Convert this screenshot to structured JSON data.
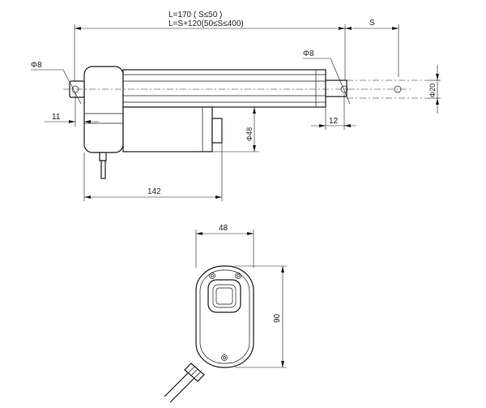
{
  "side_view": {
    "length_formula_1": "L=170 ( S≤50 )",
    "length_formula_2": "L=S+120(50≤S≤400)",
    "stroke_label": "S",
    "rear_hole_label": "Φ8",
    "front_hole_label": "Φ8",
    "rear_offset": "11",
    "front_offset": "12",
    "motor_diameter": "Φ48",
    "rod_diameter": "Φ20",
    "overall_motor_length": "142"
  },
  "end_view": {
    "width": "48",
    "height": "90"
  }
}
